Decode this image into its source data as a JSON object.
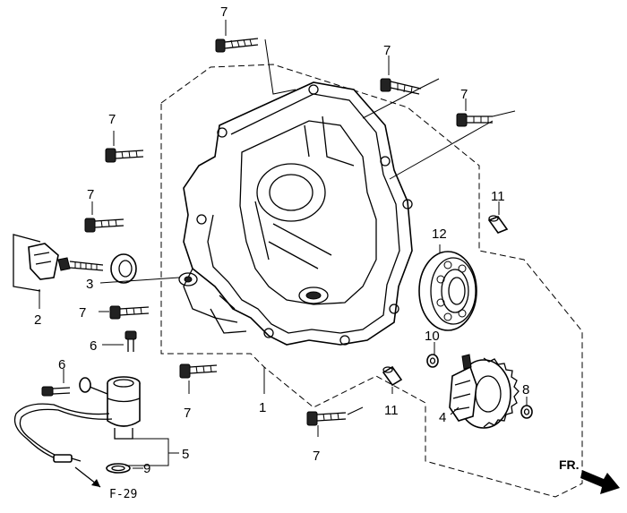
{
  "callouts": [
    {
      "id": "c7a",
      "text": "7"
    },
    {
      "id": "c7b",
      "text": "7"
    },
    {
      "id": "c7c",
      "text": "7"
    },
    {
      "id": "c7d",
      "text": "7"
    },
    {
      "id": "c7e",
      "text": "7"
    },
    {
      "id": "c7f",
      "text": "7"
    },
    {
      "id": "c7g",
      "text": "7"
    },
    {
      "id": "c7h",
      "text": "7"
    },
    {
      "id": "c11a",
      "text": "11"
    },
    {
      "id": "c11b",
      "text": "11"
    },
    {
      "id": "c12",
      "text": "12"
    },
    {
      "id": "c3",
      "text": "3"
    },
    {
      "id": "c2",
      "text": "2"
    },
    {
      "id": "c6a",
      "text": "6"
    },
    {
      "id": "c6b",
      "text": "6"
    },
    {
      "id": "c10",
      "text": "10"
    },
    {
      "id": "c8",
      "text": "8"
    },
    {
      "id": "c4",
      "text": "4"
    },
    {
      "id": "c1",
      "text": "1"
    },
    {
      "id": "c5",
      "text": "5"
    },
    {
      "id": "c9",
      "text": "9"
    }
  ],
  "reference": "F-29",
  "direction": "FR."
}
